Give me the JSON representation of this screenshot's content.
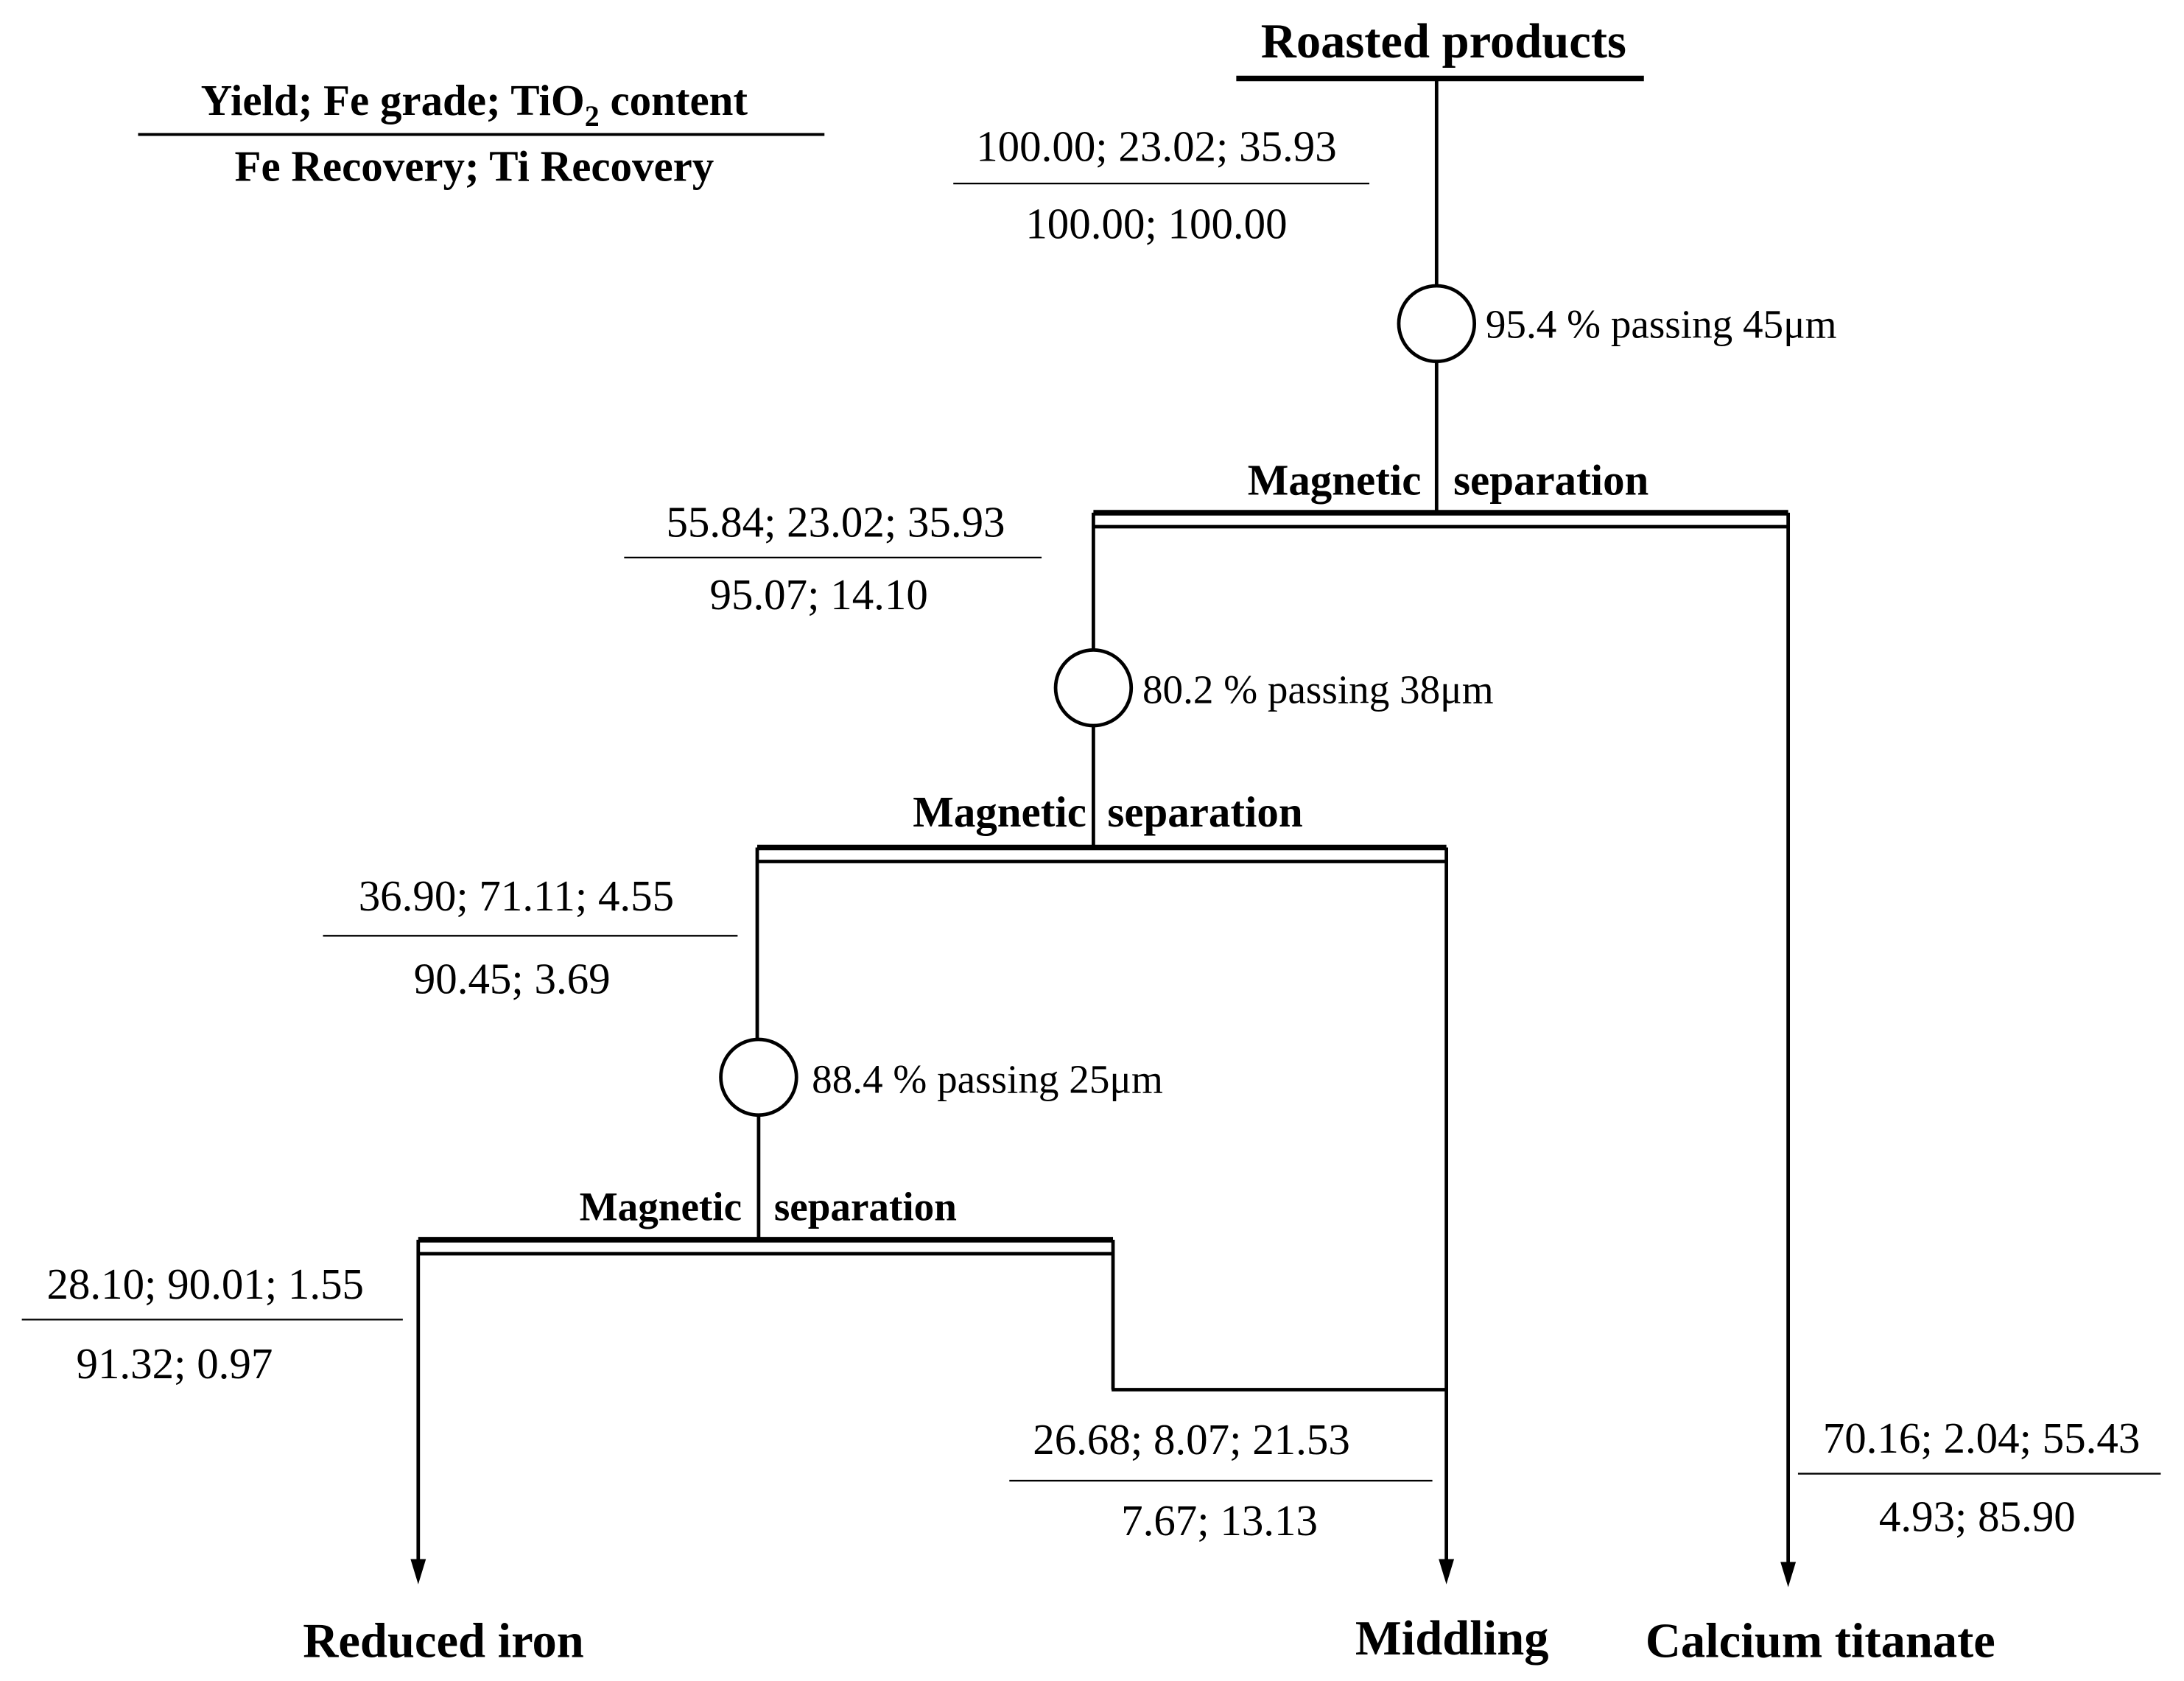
{
  "legend": {
    "top_prefix": "Yield; Fe grade; TiO",
    "top_subscript": "2",
    "top_suffix": " content",
    "bottom": "Fe Recovery; Ti Recovery"
  },
  "feed": {
    "title": "Roasted products",
    "values_top": "100.00; 23.02; 35.93",
    "values_bottom": "100.00; 100.00"
  },
  "stages": [
    {
      "grinding": "95.4 % passing 45μm",
      "separation_left": "Magnetic",
      "separation_right": "separation",
      "concentrate_top": "55.84; 23.02; 35.93",
      "concentrate_bottom": "95.07; 14.10"
    },
    {
      "grinding": "80.2 % passing 38μm",
      "separation_left": "Magnetic",
      "separation_right": "separation",
      "concentrate_top": "36.90; 71.11; 4.55",
      "concentrate_bottom": "90.45; 3.69"
    },
    {
      "grinding": "88.4 % passing 25μm",
      "separation_left": "Magnetic",
      "separation_right": "separation",
      "concentrate_top": "28.10; 90.01; 1.55",
      "concentrate_bottom": "91.32; 0.97"
    }
  ],
  "products": {
    "reduced_iron": {
      "label": "Reduced iron"
    },
    "middling": {
      "label": "Middling",
      "values_top": "26.68; 8.07; 21.53",
      "values_bottom": "7.67; 13.13"
    },
    "calcium_titanate": {
      "label": "Calcium titanate",
      "values_top": "70.16; 2.04; 55.43",
      "values_bottom": "4.93; 85.90"
    }
  }
}
